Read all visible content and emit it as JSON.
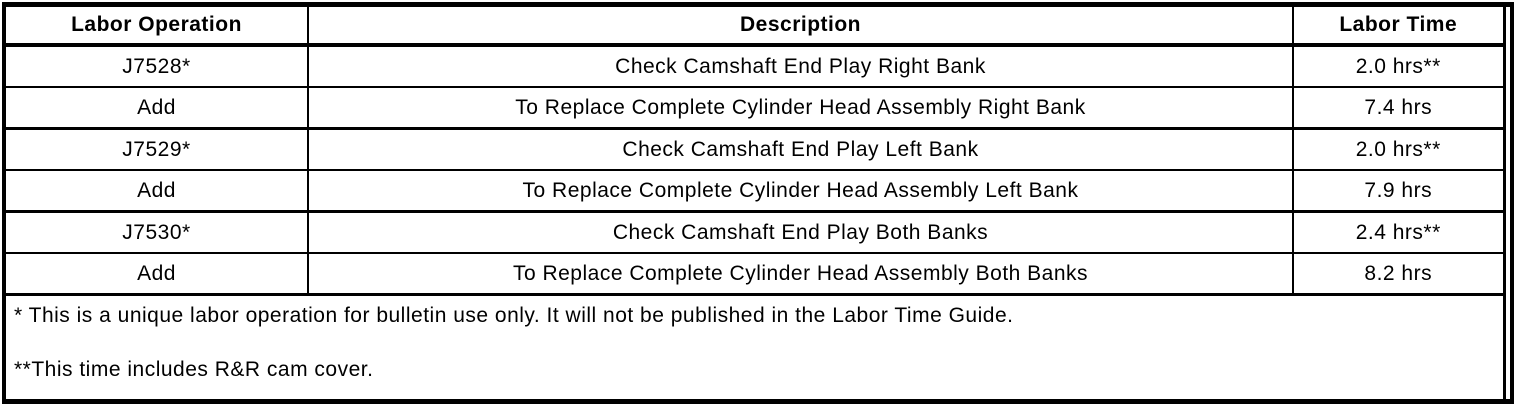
{
  "table": {
    "columns": [
      {
        "label": "Labor Operation"
      },
      {
        "label": "Description"
      },
      {
        "label": "Labor Time"
      }
    ],
    "rows": [
      {
        "op": "J7528*",
        "desc": "Check Camshaft End Play Right Bank",
        "time": "2.0 hrs**"
      },
      {
        "op": "Add",
        "desc": "To Replace Complete Cylinder Head Assembly Right Bank",
        "time": "7.4 hrs"
      },
      {
        "op": "J7529*",
        "desc": "Check Camshaft End Play Left Bank",
        "time": "2.0 hrs**"
      },
      {
        "op": "Add",
        "desc": "To Replace Complete Cylinder Head Assembly Left Bank",
        "time": "7.9 hrs"
      },
      {
        "op": "J7530*",
        "desc": "Check Camshaft End Play Both Banks",
        "time": "2.4 hrs**"
      },
      {
        "op": "Add",
        "desc": "To Replace Complete Cylinder Head Assembly Both Banks",
        "time": "8.2 hrs"
      }
    ],
    "footnotes": [
      "* This is a unique labor operation for bulletin use only. It will not be published in the Labor Time Guide.",
      "**This time includes R&R cam cover."
    ]
  },
  "colors": {
    "border": "#000000",
    "background": "#ffffff",
    "text": "#000000"
  }
}
